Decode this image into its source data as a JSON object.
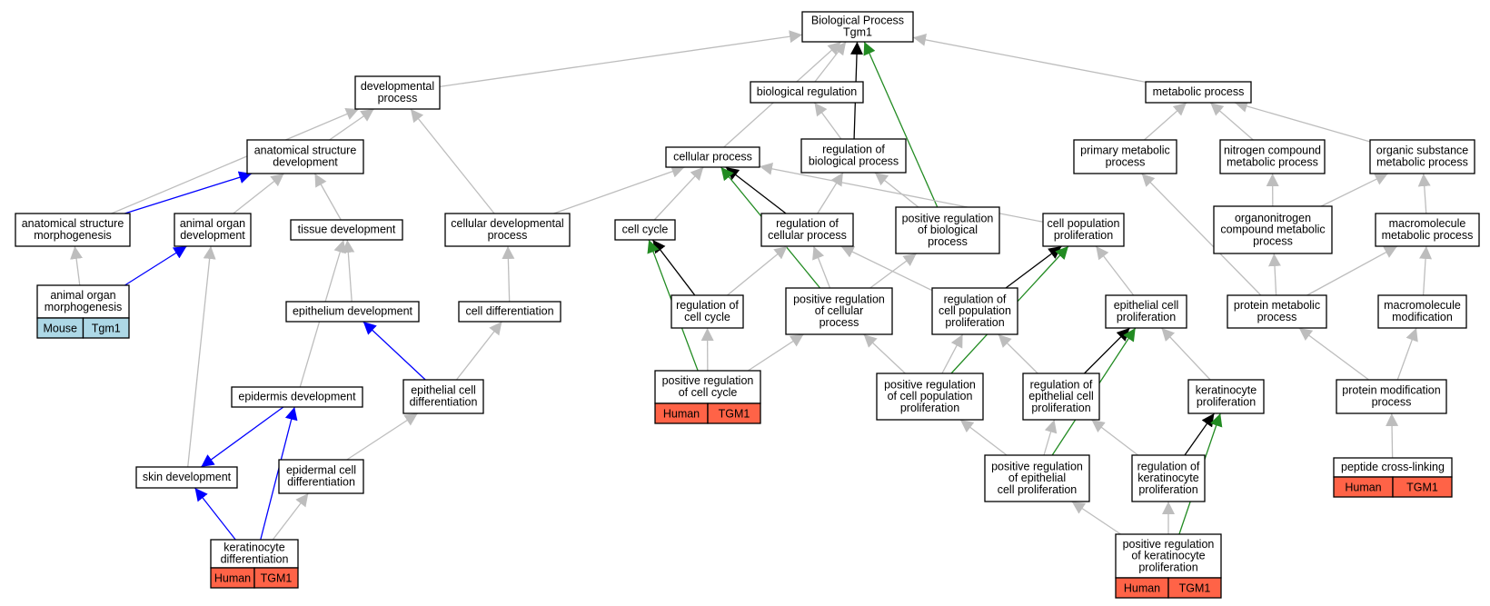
{
  "nodes": [
    {
      "id": "bp",
      "lines": [
        "Biological Process",
        "Tgm1"
      ]
    },
    {
      "id": "devproc",
      "lines": [
        "developmental",
        "process"
      ]
    },
    {
      "id": "bioreg",
      "lines": [
        "biological regulation"
      ]
    },
    {
      "id": "metab",
      "lines": [
        "metabolic process"
      ]
    },
    {
      "id": "asd",
      "lines": [
        "anatomical structure",
        "development"
      ]
    },
    {
      "id": "cellproc",
      "lines": [
        "cellular process"
      ]
    },
    {
      "id": "regbio",
      "lines": [
        "regulation of",
        "biological process"
      ]
    },
    {
      "id": "primmet",
      "lines": [
        "primary metabolic",
        "process"
      ]
    },
    {
      "id": "nitro",
      "lines": [
        "nitrogen compound",
        "metabolic process"
      ]
    },
    {
      "id": "orgsub",
      "lines": [
        "organic substance",
        "metabolic process"
      ]
    },
    {
      "id": "asm",
      "lines": [
        "anatomical structure",
        "morphogenesis"
      ]
    },
    {
      "id": "aod",
      "lines": [
        "animal organ",
        "development"
      ]
    },
    {
      "id": "tissue",
      "lines": [
        "tissue development"
      ]
    },
    {
      "id": "celldev",
      "lines": [
        "cellular developmental",
        "process"
      ]
    },
    {
      "id": "cellcycle",
      "lines": [
        "cell cycle"
      ]
    },
    {
      "id": "regcell",
      "lines": [
        "regulation of",
        "cellular process"
      ]
    },
    {
      "id": "posregbio",
      "lines": [
        "positive regulation",
        "of biological",
        "process"
      ]
    },
    {
      "id": "cellpop",
      "lines": [
        "cell population",
        "proliferation"
      ]
    },
    {
      "id": "orgnitro",
      "lines": [
        "organonitrogen",
        "compound metabolic",
        "process"
      ]
    },
    {
      "id": "macromet",
      "lines": [
        "macromolecule",
        "metabolic process"
      ]
    },
    {
      "id": "aom",
      "lines": [
        "animal organ",
        "morphogenesis"
      ],
      "annot": [
        "Mouse",
        "Tgm1"
      ],
      "annot_type": "mouse"
    },
    {
      "id": "epidev",
      "lines": [
        "epithelium development"
      ]
    },
    {
      "id": "celldiff",
      "lines": [
        "cell differentiation"
      ]
    },
    {
      "id": "regcc",
      "lines": [
        "regulation of",
        "cell cycle"
      ]
    },
    {
      "id": "posregcell",
      "lines": [
        "positive regulation",
        "of cellular",
        "process"
      ]
    },
    {
      "id": "regcpp",
      "lines": [
        "regulation of",
        "cell population",
        "proliferation"
      ]
    },
    {
      "id": "epcellprolif",
      "lines": [
        "epithelial cell",
        "proliferation"
      ]
    },
    {
      "id": "protmet",
      "lines": [
        "protein metabolic",
        "process"
      ]
    },
    {
      "id": "macromod",
      "lines": [
        "macromolecule",
        "modification"
      ]
    },
    {
      "id": "epidermis",
      "lines": [
        "epidermis development"
      ]
    },
    {
      "id": "epcelldiff",
      "lines": [
        "epithelial cell",
        "differentiation"
      ]
    },
    {
      "id": "posregcc",
      "lines": [
        "positive regulation",
        "of cell cycle"
      ],
      "annot": [
        "Human",
        "TGM1"
      ],
      "annot_type": "human"
    },
    {
      "id": "posregcpp",
      "lines": [
        "positive regulation",
        "of cell population",
        "proliferation"
      ]
    },
    {
      "id": "regepcp",
      "lines": [
        "regulation of",
        "epithelial cell",
        "proliferation"
      ]
    },
    {
      "id": "kerprolif",
      "lines": [
        "keratinocyte",
        "proliferation"
      ]
    },
    {
      "id": "protmod",
      "lines": [
        "protein modification",
        "process"
      ]
    },
    {
      "id": "skin",
      "lines": [
        "skin development"
      ]
    },
    {
      "id": "epidermalcd",
      "lines": [
        "epidermal cell",
        "differentiation"
      ]
    },
    {
      "id": "posregepcp",
      "lines": [
        "positive regulation",
        "of epithelial",
        "cell proliferation"
      ]
    },
    {
      "id": "regkp",
      "lines": [
        "regulation of",
        "keratinocyte",
        "proliferation"
      ]
    },
    {
      "id": "peptide",
      "lines": [
        "peptide cross-linking"
      ],
      "annot": [
        "Human",
        "TGM1"
      ],
      "annot_type": "human"
    },
    {
      "id": "kerdiff",
      "lines": [
        "keratinocyte",
        "differentiation"
      ],
      "annot": [
        "Human",
        "TGM1"
      ],
      "annot_type": "human"
    },
    {
      "id": "posregkp",
      "lines": [
        "positive regulation",
        "of keratinocyte",
        "proliferation"
      ],
      "annot": [
        "Human",
        "TGM1"
      ],
      "annot_type": "human"
    }
  ],
  "edges": [
    {
      "from": "devproc",
      "to": "bp",
      "type": "is_a"
    },
    {
      "from": "bioreg",
      "to": "bp",
      "type": "is_a"
    },
    {
      "from": "metab",
      "to": "bp",
      "type": "is_a"
    },
    {
      "from": "cellproc",
      "to": "bp",
      "type": "is_a"
    },
    {
      "from": "regbio",
      "to": "bp",
      "type": "regulates"
    },
    {
      "from": "posregbio",
      "to": "bp",
      "type": "positively_regulates"
    },
    {
      "from": "regbio",
      "to": "bioreg",
      "type": "is_a"
    },
    {
      "from": "asd",
      "to": "devproc",
      "type": "is_a"
    },
    {
      "from": "asm",
      "to": "devproc",
      "type": "is_a"
    },
    {
      "from": "celldev",
      "to": "devproc",
      "type": "is_a"
    },
    {
      "from": "primmet",
      "to": "metab",
      "type": "is_a"
    },
    {
      "from": "nitro",
      "to": "metab",
      "type": "is_a"
    },
    {
      "from": "orgsub",
      "to": "metab",
      "type": "is_a"
    },
    {
      "from": "asm",
      "to": "asd",
      "type": "part_of"
    },
    {
      "from": "aod",
      "to": "asd",
      "type": "is_a"
    },
    {
      "from": "tissue",
      "to": "asd",
      "type": "is_a"
    },
    {
      "from": "celldev",
      "to": "cellproc",
      "type": "is_a"
    },
    {
      "from": "cellcycle",
      "to": "cellproc",
      "type": "is_a"
    },
    {
      "from": "regcell",
      "to": "cellproc",
      "type": "regulates"
    },
    {
      "from": "posregcell",
      "to": "cellproc",
      "type": "positively_regulates"
    },
    {
      "from": "cellpop",
      "to": "cellproc",
      "type": "is_a"
    },
    {
      "from": "regcell",
      "to": "regbio",
      "type": "is_a"
    },
    {
      "from": "posregbio",
      "to": "regbio",
      "type": "is_a"
    },
    {
      "from": "protmet",
      "to": "primmet",
      "type": "is_a"
    },
    {
      "from": "orgnitro",
      "to": "nitro",
      "type": "is_a"
    },
    {
      "from": "orgnitro",
      "to": "orgsub",
      "type": "is_a"
    },
    {
      "from": "macromet",
      "to": "orgsub",
      "type": "is_a"
    },
    {
      "from": "aom",
      "to": "asm",
      "type": "is_a"
    },
    {
      "from": "aom",
      "to": "aod",
      "type": "part_of"
    },
    {
      "from": "skin",
      "to": "aod",
      "type": "is_a"
    },
    {
      "from": "epidev",
      "to": "tissue",
      "type": "is_a"
    },
    {
      "from": "epidermis",
      "to": "tissue",
      "type": "is_a"
    },
    {
      "from": "celldiff",
      "to": "celldev",
      "type": "is_a"
    },
    {
      "from": "regcc",
      "to": "cellcycle",
      "type": "regulates"
    },
    {
      "from": "posregcc",
      "to": "cellcycle",
      "type": "positively_regulates"
    },
    {
      "from": "regcc",
      "to": "regcell",
      "type": "is_a"
    },
    {
      "from": "posregcell",
      "to": "regcell",
      "type": "is_a"
    },
    {
      "from": "regcpp",
      "to": "regcell",
      "type": "is_a"
    },
    {
      "from": "posregcell",
      "to": "posregbio",
      "type": "is_a"
    },
    {
      "from": "regcpp",
      "to": "cellpop",
      "type": "regulates"
    },
    {
      "from": "posregcpp",
      "to": "cellpop",
      "type": "positively_regulates"
    },
    {
      "from": "epcellprolif",
      "to": "cellpop",
      "type": "is_a"
    },
    {
      "from": "protmet",
      "to": "orgnitro",
      "type": "is_a"
    },
    {
      "from": "protmet",
      "to": "macromet",
      "type": "is_a"
    },
    {
      "from": "macromod",
      "to": "macromet",
      "type": "is_a"
    },
    {
      "from": "epcelldiff",
      "to": "epidev",
      "type": "part_of"
    },
    {
      "from": "epcelldiff",
      "to": "celldiff",
      "type": "is_a"
    },
    {
      "from": "posregcc",
      "to": "regcc",
      "type": "is_a"
    },
    {
      "from": "posregcc",
      "to": "posregcell",
      "type": "is_a"
    },
    {
      "from": "posregcpp",
      "to": "posregcell",
      "type": "is_a"
    },
    {
      "from": "posregcpp",
      "to": "regcpp",
      "type": "is_a"
    },
    {
      "from": "regepcp",
      "to": "regcpp",
      "type": "is_a"
    },
    {
      "from": "regepcp",
      "to": "epcellprolif",
      "type": "regulates"
    },
    {
      "from": "posregepcp",
      "to": "epcellprolif",
      "type": "positively_regulates"
    },
    {
      "from": "kerprolif",
      "to": "epcellprolif",
      "type": "is_a"
    },
    {
      "from": "protmod",
      "to": "protmet",
      "type": "is_a"
    },
    {
      "from": "protmod",
      "to": "macromod",
      "type": "is_a"
    },
    {
      "from": "epidermalcd",
      "to": "epcelldiff",
      "type": "is_a"
    },
    {
      "from": "posregepcp",
      "to": "posregcpp",
      "type": "is_a"
    },
    {
      "from": "posregepcp",
      "to": "regepcp",
      "type": "is_a"
    },
    {
      "from": "regkp",
      "to": "regepcp",
      "type": "is_a"
    },
    {
      "from": "regkp",
      "to": "kerprolif",
      "type": "regulates"
    },
    {
      "from": "posregkp",
      "to": "kerprolif",
      "type": "positively_regulates"
    },
    {
      "from": "posregkp",
      "to": "posregepcp",
      "type": "is_a"
    },
    {
      "from": "posregkp",
      "to": "regkp",
      "type": "is_a"
    },
    {
      "from": "peptide",
      "to": "protmod",
      "type": "is_a"
    },
    {
      "from": "epidermis",
      "to": "skin",
      "type": "part_of"
    },
    {
      "from": "kerdiff",
      "to": "skin",
      "type": "part_of"
    },
    {
      "from": "kerdiff",
      "to": "epidermalcd",
      "type": "is_a"
    },
    {
      "from": "kerdiff",
      "to": "epidermis",
      "type": "part_of"
    }
  ],
  "colors": {
    "is_a": "#bdbdbd",
    "regulates": "#000000",
    "positively_regulates": "#228b22",
    "part_of": "#0000ff",
    "mouse_fill": "#add8e6",
    "human_fill": "#ff6347",
    "node_border": "#000000",
    "node_fill": "#ffffff"
  }
}
